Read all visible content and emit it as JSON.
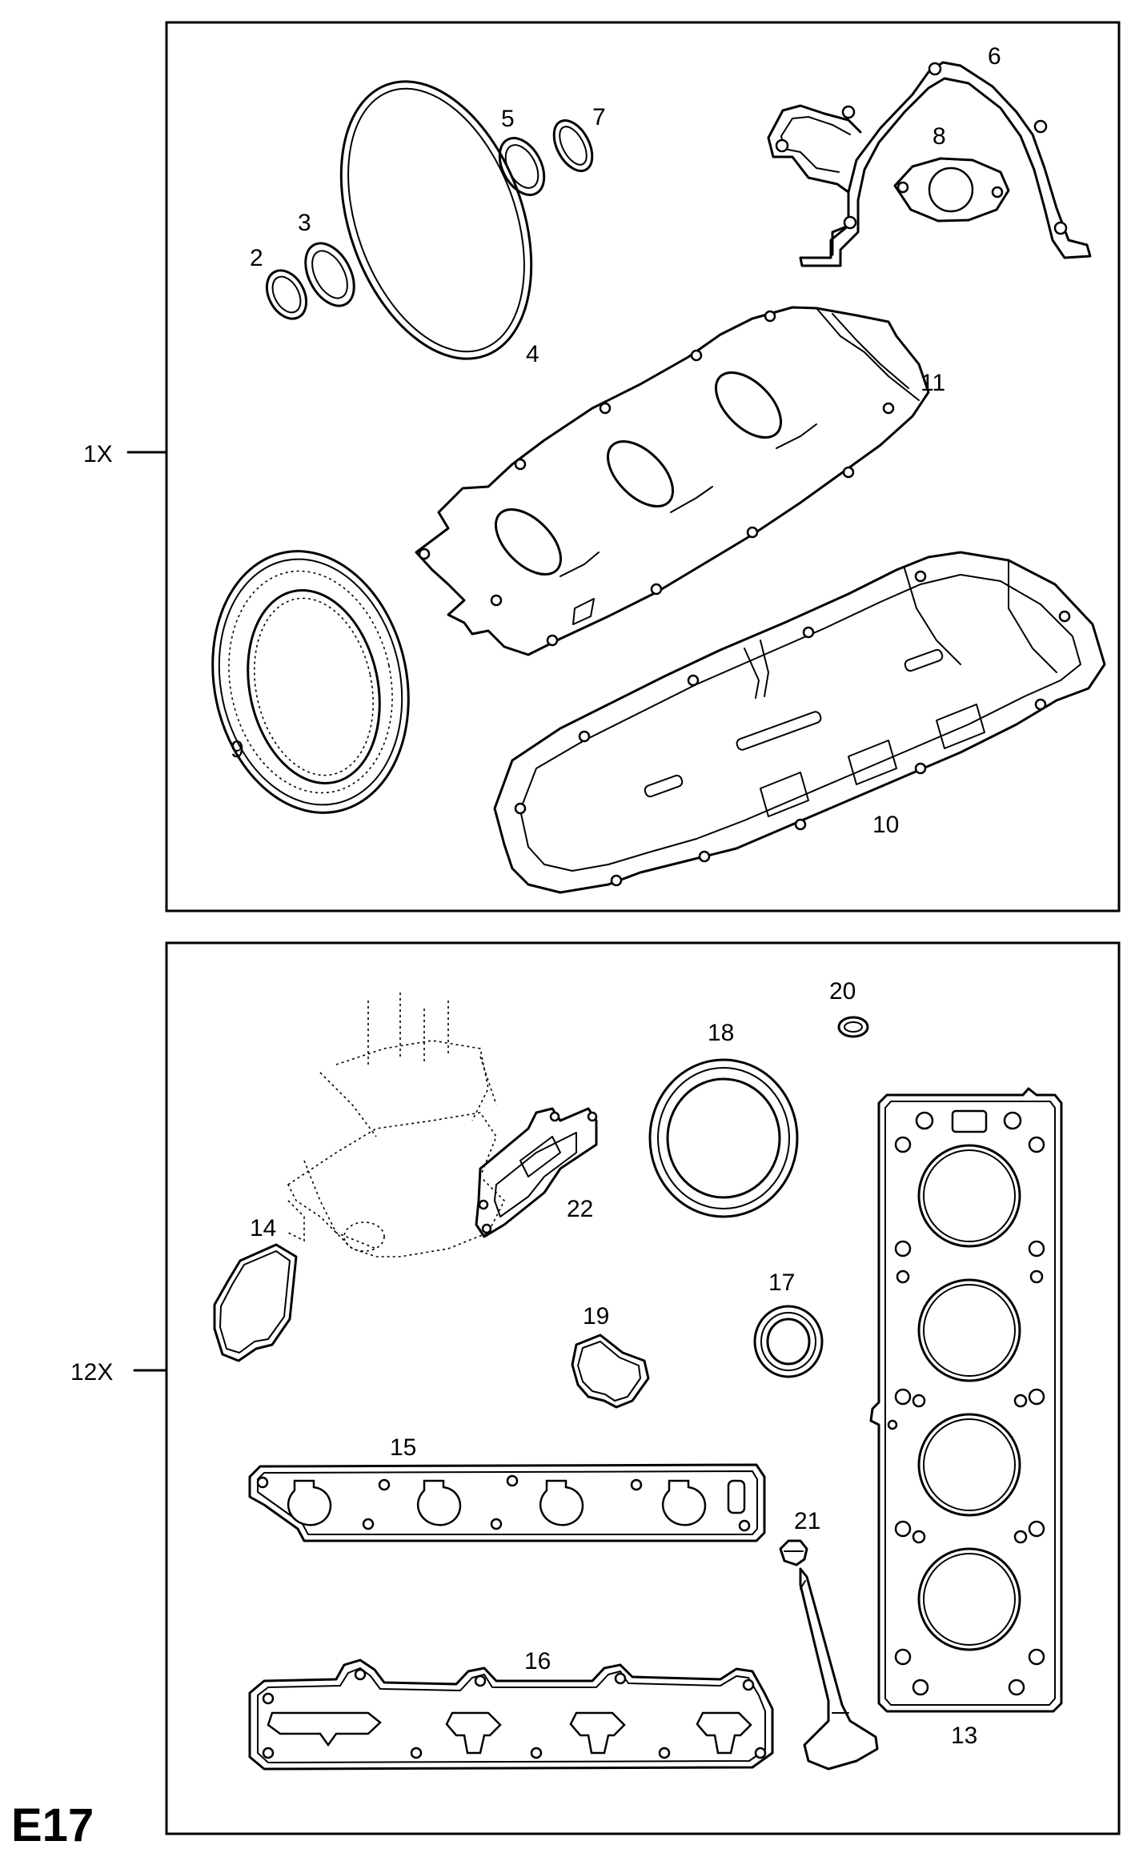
{
  "page_code": "E17",
  "groups": [
    {
      "qty": "1X"
    },
    {
      "qty": "12X"
    }
  ],
  "callouts": {
    "p2": "2",
    "p3": "3",
    "p4": "4",
    "p5": "5",
    "p6": "6",
    "p7": "7",
    "p8": "8",
    "p9": "9",
    "p10": "10",
    "p11": "11",
    "p13": "13",
    "p14": "14",
    "p15": "15",
    "p16": "16",
    "p17": "17",
    "p18": "18",
    "p19": "19",
    "p20": "20",
    "p21": "21",
    "p22": "22"
  }
}
